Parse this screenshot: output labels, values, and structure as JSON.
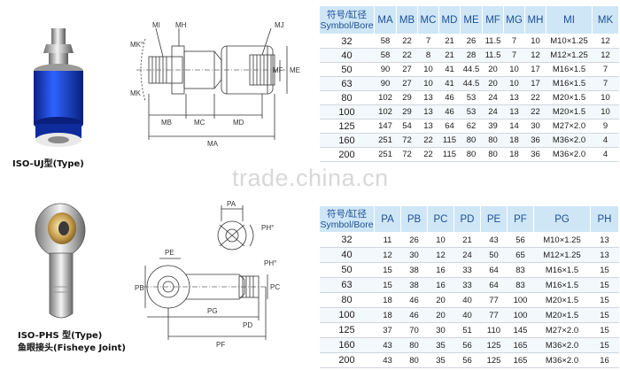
{
  "top": {
    "caption": "ISO-UJ型(Type)",
    "drawing_labels": {
      "mi": "MI",
      "mh": "MH",
      "mj": "MJ",
      "mk_deg": "MK°",
      "mk": "MK",
      "mf": "MF",
      "me": "ME",
      "mb": "MB",
      "mc": "MC",
      "md": "MD",
      "ma": "MA"
    },
    "table": {
      "symbol_line1": "符号/缸径",
      "symbol_line2": "Symbol/Bore",
      "columns": [
        "MA",
        "MB",
        "MC",
        "MD",
        "ME",
        "MF",
        "MG",
        "MH",
        "MI",
        "MK"
      ],
      "rows": [
        [
          "32",
          "58",
          "22",
          "7",
          "21",
          "26",
          "11.5",
          "7",
          "10",
          "M10×1.25",
          "12"
        ],
        [
          "40",
          "58",
          "22",
          "8",
          "21",
          "28",
          "11.5",
          "7",
          "12",
          "M12×1.25",
          "12"
        ],
        [
          "50",
          "90",
          "27",
          "10",
          "41",
          "44.5",
          "20",
          "10",
          "17",
          "M16×1.5",
          "7"
        ],
        [
          "63",
          "90",
          "27",
          "10",
          "41",
          "44.5",
          "20",
          "10",
          "17",
          "M16×1.5",
          "7"
        ],
        [
          "80",
          "102",
          "29",
          "13",
          "46",
          "53",
          "24",
          "13",
          "22",
          "M20×1.5",
          "10"
        ],
        [
          "100",
          "102",
          "29",
          "13",
          "46",
          "53",
          "24",
          "13",
          "22",
          "M20×1.5",
          "10"
        ],
        [
          "125",
          "147",
          "54",
          "13",
          "64",
          "62",
          "39",
          "14",
          "30",
          "M27×2.0",
          "9"
        ],
        [
          "160",
          "251",
          "72",
          "22",
          "115",
          "80",
          "80",
          "18",
          "36",
          "M36×2.0",
          "4"
        ],
        [
          "200",
          "251",
          "72",
          "22",
          "115",
          "80",
          "80",
          "18",
          "36",
          "M36×2.0",
          "4"
        ]
      ]
    }
  },
  "watermark": "trade.china.cn",
  "bottom": {
    "caption_line1": "ISO-PHS 型(Type)",
    "caption_line2": "鱼眼接头(Fisheye Joint)",
    "drawing_labels": {
      "pa": "PA",
      "ph_deg": "PH°",
      "ph_deg2": "PH°",
      "pe": "PE",
      "pc": "PC",
      "pb": "PB",
      "pg": "PG",
      "pd": "PD",
      "pf": "PF"
    },
    "table": {
      "symbol_line1": "符号/缸径",
      "symbol_line2": "Symbol/Bore",
      "columns": [
        "PA",
        "PB",
        "PC",
        "PD",
        "PE",
        "PF",
        "PG",
        "PH"
      ],
      "rows": [
        [
          "32",
          "11",
          "26",
          "10",
          "21",
          "43",
          "56",
          "M10×1.25",
          "13"
        ],
        [
          "40",
          "12",
          "30",
          "12",
          "24",
          "50",
          "65",
          "M12×1.25",
          "13"
        ],
        [
          "50",
          "15",
          "38",
          "16",
          "33",
          "64",
          "83",
          "M16×1.5",
          "15"
        ],
        [
          "63",
          "15",
          "38",
          "16",
          "33",
          "64",
          "83",
          "M16×1.5",
          "15"
        ],
        [
          "80",
          "18",
          "46",
          "20",
          "40",
          "77",
          "100",
          "M20×1.5",
          "15"
        ],
        [
          "100",
          "18",
          "46",
          "20",
          "40",
          "77",
          "100",
          "M20×1.5",
          "15"
        ],
        [
          "125",
          "37",
          "70",
          "30",
          "51",
          "110",
          "145",
          "M27×2.0",
          "15"
        ],
        [
          "160",
          "43",
          "80",
          "35",
          "56",
          "125",
          "165",
          "M36×2.0",
          "15"
        ],
        [
          "200",
          "43",
          "80",
          "35",
          "56",
          "125",
          "165",
          "M36×2.0",
          "16"
        ]
      ]
    }
  }
}
